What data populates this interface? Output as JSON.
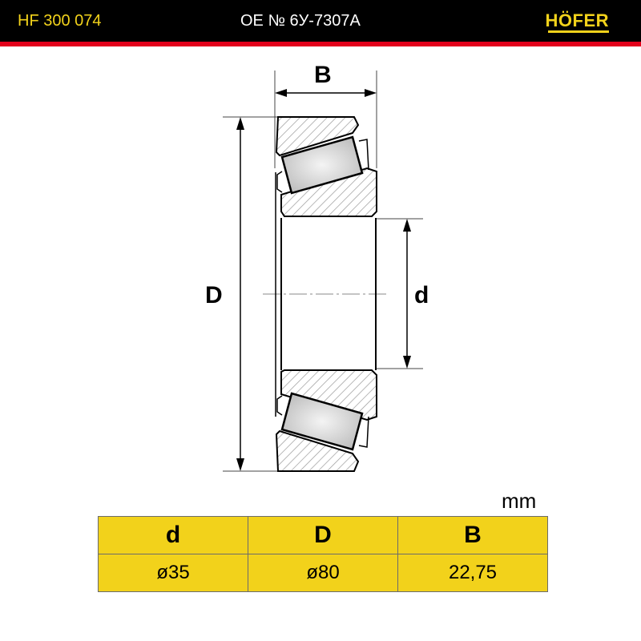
{
  "header": {
    "part_code": "HF 300 074",
    "oe_number": "OE №  6У-7307A",
    "brand": "HÖFER"
  },
  "colors": {
    "header_bg": "#000000",
    "accent_yellow": "#f2d21b",
    "accent_red": "#e3001b"
  },
  "diagram": {
    "label_b": "B",
    "label_outer_diameter": "D",
    "label_inner_diameter": "d"
  },
  "units": "mm",
  "spec_table": {
    "headers": [
      "d",
      "D",
      "B"
    ],
    "values": [
      "ø35",
      "ø80",
      "22,75"
    ]
  }
}
